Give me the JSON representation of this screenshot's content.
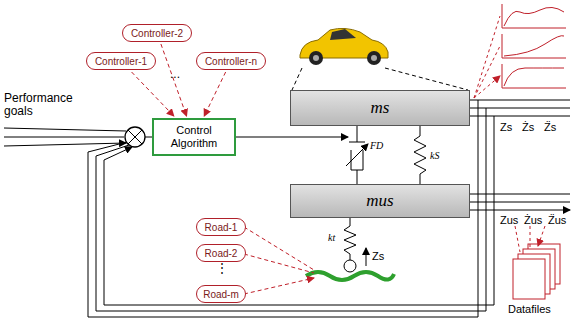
{
  "diagram": {
    "nodes": [
      {
        "text": [
          "Controller-1"
        ]
      },
      {
        "text": [
          "Controller-2"
        ]
      },
      {
        "text": [
          "Controller-n"
        ]
      },
      {
        "text": [
          "Control Algorithm"
        ]
      },
      {
        "text": [
          "ms"
        ]
      },
      {
        "text": [
          "mus"
        ]
      },
      {
        "text": [
          "Road-1"
        ]
      },
      {
        "text": [
          "Road-2"
        ]
      },
      {
        "text": [
          "Road-m"
        ]
      }
    ],
    "edges": [
      {
        "from": 0,
        "to": 3,
        "arrow": "to"
      },
      {
        "from": 1,
        "to": 3,
        "arrow": "to"
      },
      {
        "from": 2,
        "to": 3,
        "arrow": "to"
      }
    ],
    "labels": [
      "Performance goals",
      "...",
      "FD",
      "kS",
      "kt",
      "Zs",
      "Zs",
      "Żs",
      "Z̈s",
      "Zus",
      "Żus",
      "Z̈us",
      "Datafiles",
      "⋮"
    ]
  }
}
